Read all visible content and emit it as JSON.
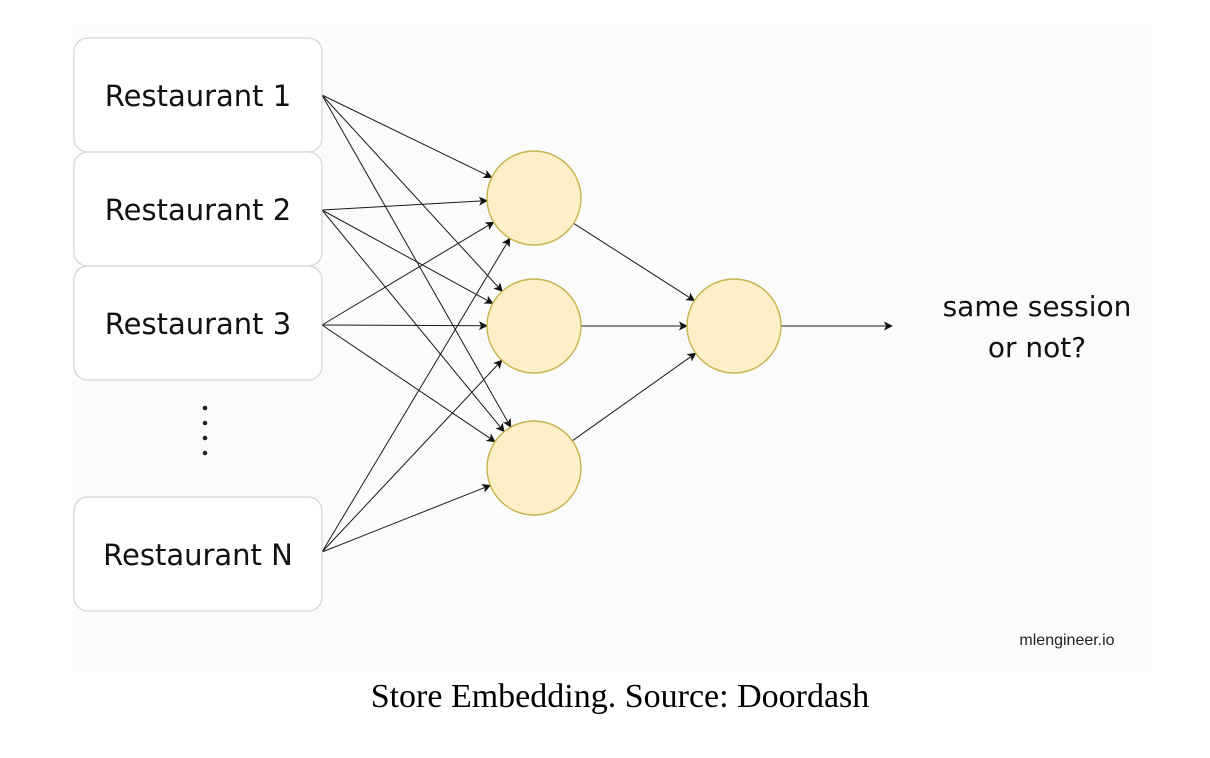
{
  "diagram": {
    "inputs": [
      {
        "label": "Restaurant 1"
      },
      {
        "label": "Restaurant 2"
      },
      {
        "label": "Restaurant 3"
      },
      {
        "label": "Restaurant N"
      }
    ],
    "ellipsis": "⋮",
    "hidden_node_count": 3,
    "output_node_count": 1,
    "output_label_lines": [
      "same session",
      "or not?"
    ],
    "colors": {
      "node_fill": "#fdf0c8",
      "node_stroke": "#c8b24a",
      "box_stroke": "#d4d4d4",
      "edge": "#1a1a1a"
    }
  },
  "watermark": "mlengineer.io",
  "caption": "Store Embedding. Source: Doordash"
}
